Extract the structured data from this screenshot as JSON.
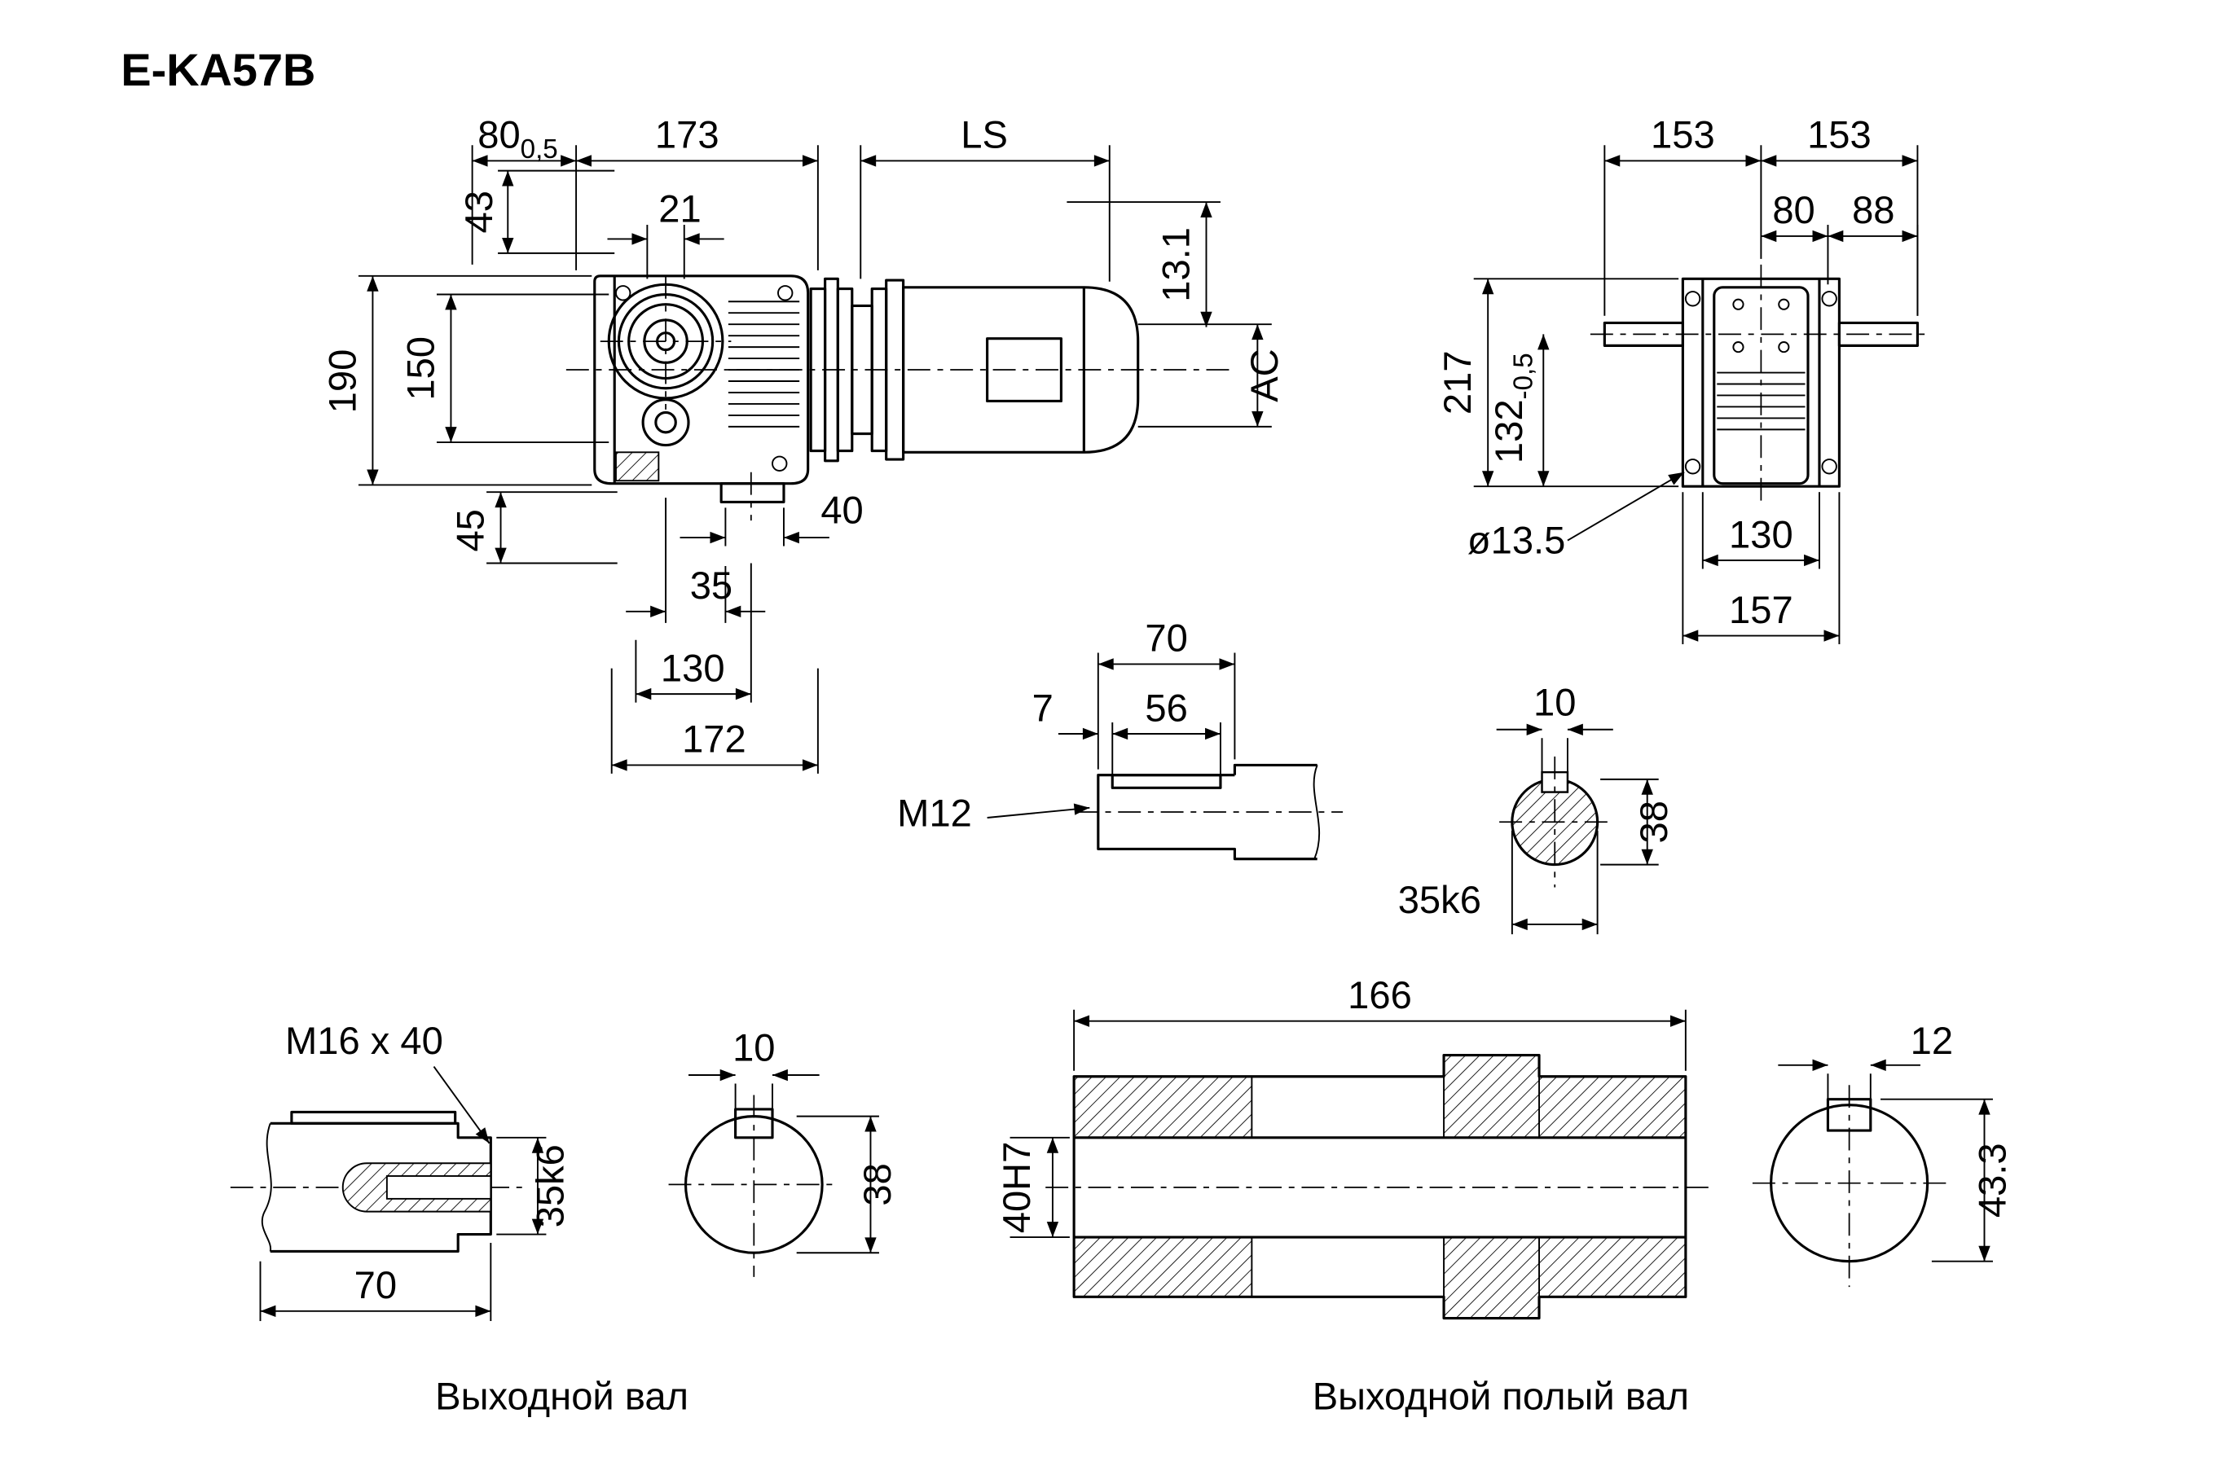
{
  "title": "E-KA57B",
  "main_view": {
    "d80": "80",
    "d80_tol": "0,5",
    "d173": "173",
    "ls": "LS",
    "d43": "43",
    "d21": "21",
    "d13_1": "13.1",
    "d190": "190",
    "d150": "150",
    "ac": "AC",
    "d45": "45",
    "d40": "40",
    "d35": "35",
    "d130": "130",
    "d172": "172"
  },
  "end_view": {
    "d153_left": "153",
    "d153_right": "153",
    "d80": "80",
    "d88": "88",
    "d217": "217",
    "d132": "132",
    "d132_tol": "-0,5",
    "hole": "ø13.5",
    "d130": "130",
    "d157": "157"
  },
  "key_detail": {
    "d70": "70",
    "d7": "7",
    "d56": "56",
    "thread": "M12"
  },
  "shaft_section": {
    "d10": "10",
    "d38": "38",
    "d35k6": "35k6"
  },
  "output_shaft": {
    "thread": "M16 x 40",
    "d35k6": "35k6",
    "d70": "70",
    "d10": "10",
    "d38": "38",
    "caption": "Выходной вал"
  },
  "hollow_shaft": {
    "d166": "166",
    "d40h7": "40H7",
    "d12": "12",
    "d43_3": "43.3",
    "caption": "Выходной полый вал"
  }
}
